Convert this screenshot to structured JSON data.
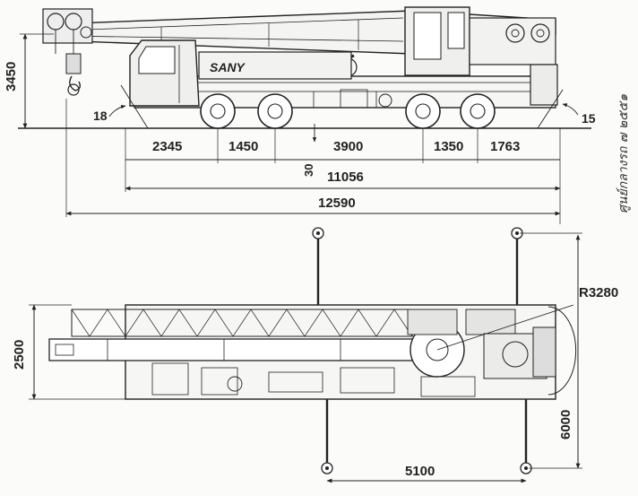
{
  "side_view": {
    "brand": "SANY",
    "height": "3450",
    "angle_front": "18",
    "angle_rear": "15",
    "spacings": [
      "2345",
      "1450",
      "3900",
      "1350",
      "1763"
    ],
    "ground_clearance": "30",
    "wheelbase_total": "11056",
    "overall_length": "12590"
  },
  "top_view": {
    "width": "2500",
    "swing_radius": "R3280",
    "outrigger_span": "6000",
    "outrigger_spread": "5100"
  },
  "handwritten_note": "ศูนย์กลางรถ ๗ ๒๕๕๑"
}
